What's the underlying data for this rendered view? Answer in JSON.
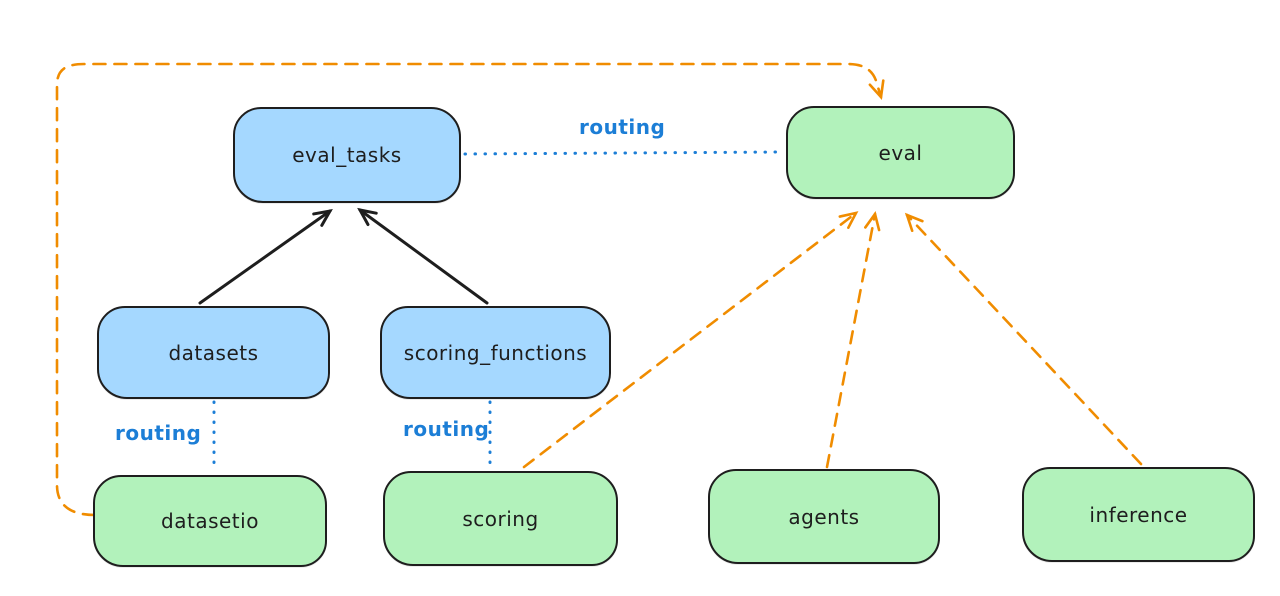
{
  "diagram": {
    "title": "",
    "background": "#ffffff",
    "colors": {
      "node_stroke": "#1e1e1e",
      "api_box_fill_blue": "#a5d8ff",
      "provider_box_fill_green": "#b2f2bb",
      "routing_blue": "#1c7ed6",
      "dashed_orange": "#f08c00",
      "solid_arrow_black": "#1e1e1e"
    },
    "nodes": {
      "eval_tasks": {
        "label": "eval_tasks",
        "fill": "#a5d8ff"
      },
      "eval": {
        "label": "eval",
        "fill": "#b2f2bb"
      },
      "datasets": {
        "label": "datasets",
        "fill": "#a5d8ff"
      },
      "scoring_functions": {
        "label": "scoring_functions",
        "fill": "#a5d8ff"
      },
      "datasetio": {
        "label": "datasetio",
        "fill": "#b2f2bb"
      },
      "scoring": {
        "label": "scoring",
        "fill": "#b2f2bb"
      },
      "agents": {
        "label": "agents",
        "fill": "#b2f2bb"
      },
      "inference": {
        "label": "inference",
        "fill": "#b2f2bb"
      }
    },
    "edge_labels": {
      "eval_tasks_to_eval": "routing",
      "datasets_to_datasetio": "routing",
      "scoring_functions_to_scoring": "routing"
    },
    "edges": [
      {
        "from": "datasets",
        "to": "eval_tasks",
        "style": "solid-black-arrow"
      },
      {
        "from": "scoring_functions",
        "to": "eval_tasks",
        "style": "solid-black-arrow"
      },
      {
        "from": "eval_tasks",
        "to": "eval",
        "style": "dotted-blue",
        "label": "routing"
      },
      {
        "from": "datasets",
        "to": "datasetio",
        "style": "dotted-blue",
        "label": "routing"
      },
      {
        "from": "scoring_functions",
        "to": "scoring",
        "style": "dotted-blue",
        "label": "routing"
      },
      {
        "from": "datasetio",
        "to": "eval",
        "style": "dashed-orange-arrow",
        "path": "left-and-over-top"
      },
      {
        "from": "scoring",
        "to": "eval",
        "style": "dashed-orange-arrow"
      },
      {
        "from": "agents",
        "to": "eval",
        "style": "dashed-orange-arrow"
      },
      {
        "from": "inference",
        "to": "eval",
        "style": "dashed-orange-arrow"
      }
    ]
  }
}
